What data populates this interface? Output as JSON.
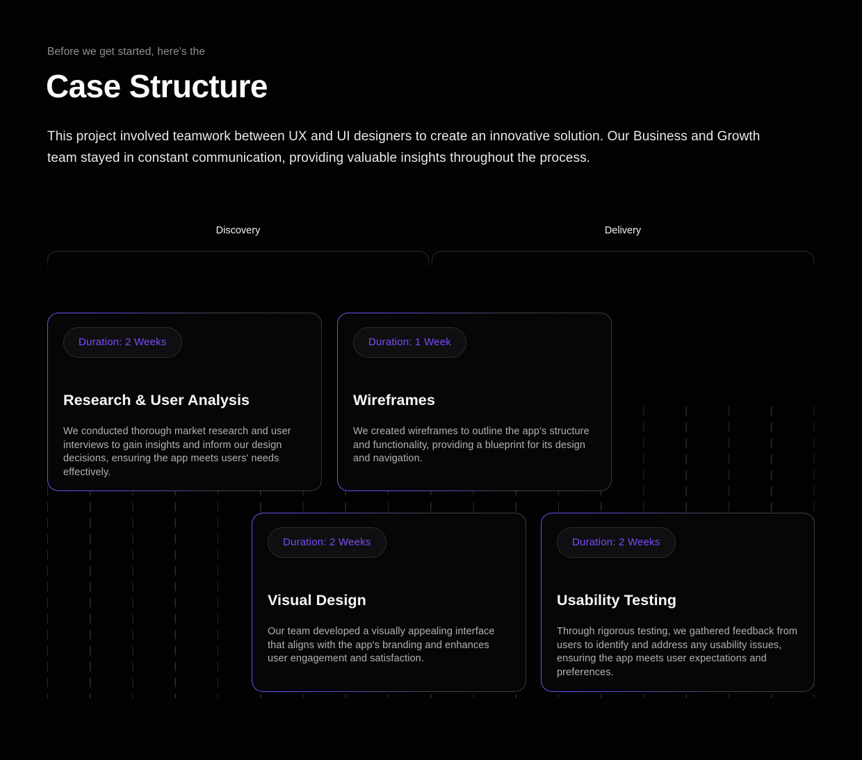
{
  "colors": {
    "accent": "#7b4cf3",
    "page-bg": "#020202",
    "dash": "#2d2d30"
  },
  "header": {
    "kicker": "Before we get started, here’s the",
    "title": "Case Structure",
    "description": "This project involved teamwork between UX and UI designers to create an innovative solution. Our Business and Growth team stayed in constant communication, providing valuable insights throughout the process."
  },
  "timeline": {
    "phases": [
      {
        "label": "Discovery"
      },
      {
        "label": "Delivery"
      }
    ]
  },
  "cards": [
    {
      "duration": "Duration: 2 Weeks",
      "title": "Research & User Analysis",
      "description": "We conducted thorough market research and user interviews to gain insights and inform our design decisions, ensuring the app meets users' needs effectively."
    },
    {
      "duration": "Duration: 1 Week",
      "title": "Wireframes",
      "description": "We created wireframes to outline the app's structure and functionality, providing a blueprint for its design and navigation."
    },
    {
      "duration": "Duration: 2 Weeks",
      "title": "Visual Design",
      "description": "Our team developed a visually appealing interface that aligns with the app's branding and enhances user engagement and satisfaction."
    },
    {
      "duration": "Duration: 2 Weeks",
      "title": "Usability Testing",
      "description": "Through rigorous testing, we gathered feedback from users to identify and address any usability issues, ensuring the app meets user expectations and preferences."
    }
  ]
}
